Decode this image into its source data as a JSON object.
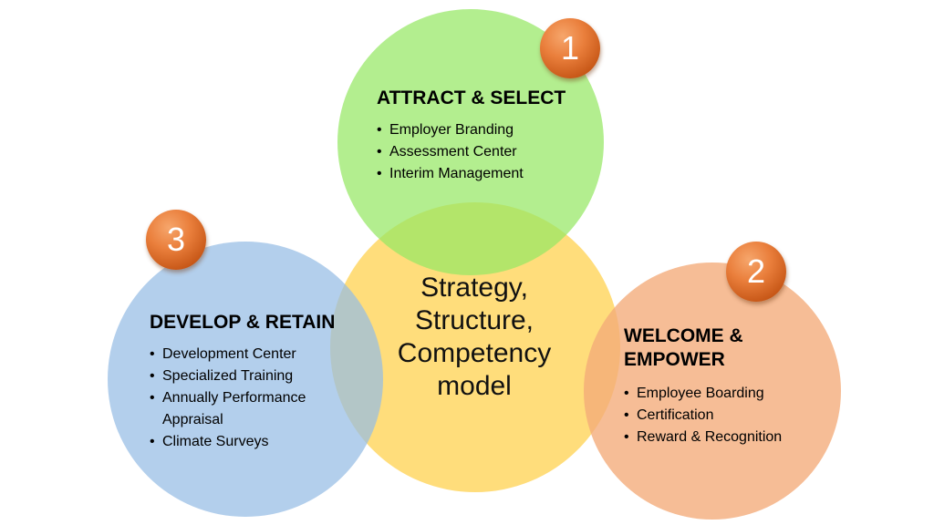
{
  "colors": {
    "attract_circle": "#96e864",
    "welcome_circle": "#f4aa78",
    "develop_circle": "#96bce4",
    "strategy_circle": "#ffda70",
    "badge": "#e5742f"
  },
  "center": {
    "text": "Strategy, Structure, Competency model"
  },
  "attract_select": {
    "number": "1",
    "heading": "ATTRACT & SELECT",
    "items": [
      "Employer Branding",
      "Assessment Center",
      "Interim Management"
    ]
  },
  "welcome_empower": {
    "number": "2",
    "heading": "WELCOME & EMPOWER",
    "items": [
      "Employee Boarding",
      "Certification",
      "Reward & Recognition"
    ]
  },
  "develop_retain": {
    "number": "3",
    "heading": "DEVELOP & RETAIN",
    "items": [
      "Development Center",
      "Specialized Training",
      "Annually Performance Appraisal",
      "Climate Surveys"
    ]
  }
}
